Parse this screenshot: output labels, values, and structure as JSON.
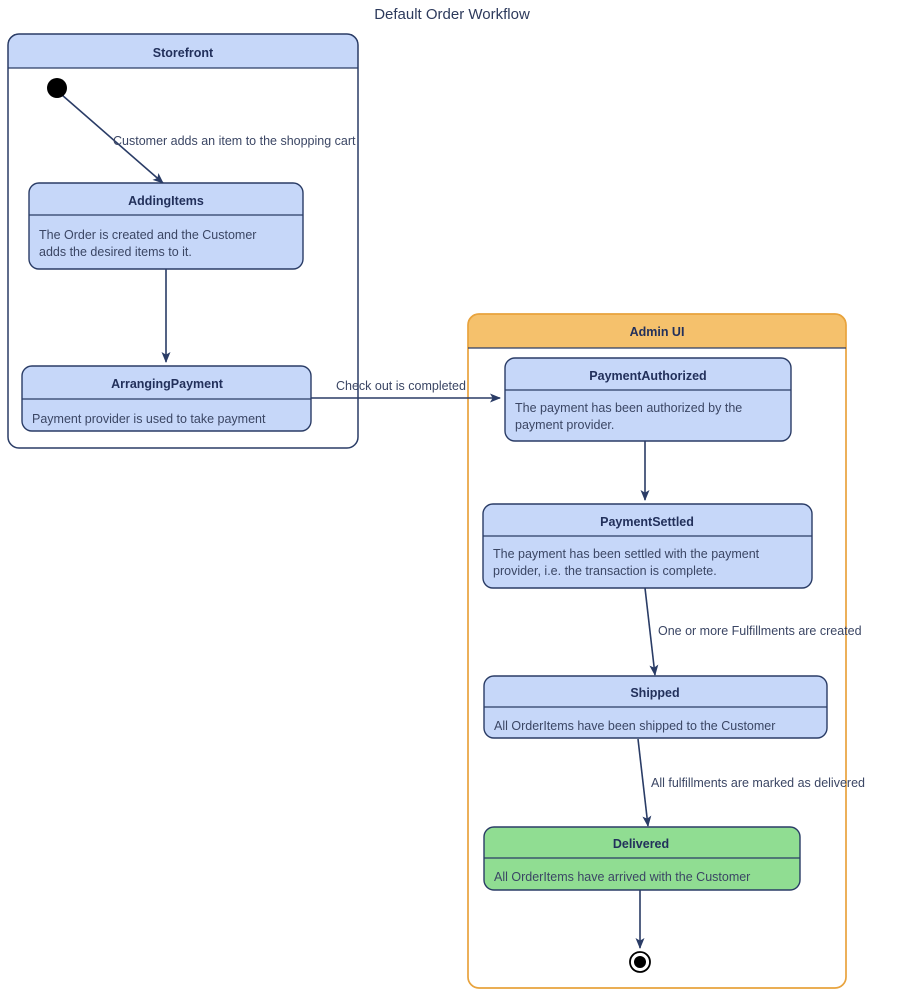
{
  "diagram": {
    "title": "Default Order Workflow",
    "type": "uml-state-machine",
    "colors": {
      "state_fill": "#c6d7f9",
      "state_border": "#2a3c66",
      "final_state_fill": "#90dd92",
      "group_storefront_header": "#c6d7f9",
      "group_storefront_border": "#2a3c66",
      "group_admin_header": "#f5c16c",
      "group_admin_border": "#e8a33d",
      "background": "#ffffff",
      "text": "#22305b",
      "edge": "#2a3c66"
    },
    "groups": [
      {
        "id": "storefront",
        "label": "Storefront",
        "header_color": "#c6d7f9",
        "border_color": "#2a3c66"
      },
      {
        "id": "admin-ui",
        "label": "Admin UI",
        "header_color": "#f5c16c",
        "border_color": "#e8a33d"
      }
    ],
    "markers": {
      "initial": "initial-state-dot",
      "final": "final-state-bullseye"
    },
    "states": [
      {
        "id": "adding-items",
        "group": "storefront",
        "name": "AddingItems",
        "description": "The Order is created and the Customer adds the desired items to it.",
        "fill": "#c6d7f9"
      },
      {
        "id": "arranging-payment",
        "group": "storefront",
        "name": "ArrangingPayment",
        "description": "Payment provider is used to take payment",
        "fill": "#c6d7f9"
      },
      {
        "id": "payment-authorized",
        "group": "admin-ui",
        "name": "PaymentAuthorized",
        "description": "The payment has been authorized by the payment provider.",
        "fill": "#c6d7f9"
      },
      {
        "id": "payment-settled",
        "group": "admin-ui",
        "name": "PaymentSettled",
        "description": "The payment has been settled with the payment provider, i.e. the transaction is complete.",
        "fill": "#c6d7f9"
      },
      {
        "id": "shipped",
        "group": "admin-ui",
        "name": "Shipped",
        "description": "All OrderItems have been shipped to the Customer",
        "fill": "#c6d7f9"
      },
      {
        "id": "delivered",
        "group": "admin-ui",
        "name": "Delivered",
        "description": "All OrderItems have arrived with the Customer",
        "fill": "#90dd92"
      }
    ],
    "transitions": [
      {
        "id": "t-initial-adding",
        "from": "initial",
        "to": "adding-items",
        "label": "Customer adds an item to the shopping cart"
      },
      {
        "id": "t-adding-arranging",
        "from": "adding-items",
        "to": "arranging-payment",
        "label": ""
      },
      {
        "id": "t-arranging-authorized",
        "from": "arranging-payment",
        "to": "payment-authorized",
        "label": "Check out is completed"
      },
      {
        "id": "t-authorized-settled",
        "from": "payment-authorized",
        "to": "payment-settled",
        "label": ""
      },
      {
        "id": "t-settled-shipped",
        "from": "payment-settled",
        "to": "shipped",
        "label": "One or more Fulfillments are created"
      },
      {
        "id": "t-shipped-delivered",
        "from": "shipped",
        "to": "delivered",
        "label": "All fulfillments are marked as delivered"
      },
      {
        "id": "t-delivered-final",
        "from": "delivered",
        "to": "final",
        "label": ""
      }
    ],
    "state_text": {
      "adding_items_desc_line1": "The Order is created and the Customer",
      "adding_items_desc_line2": "adds the desired items to it.",
      "payment_authorized_desc_line1": "The payment has been authorized by the",
      "payment_authorized_desc_line2": "payment provider.",
      "payment_settled_desc_line1": "The payment has been settled with the payment",
      "payment_settled_desc_line2": "provider, i.e. the transaction is complete."
    }
  }
}
